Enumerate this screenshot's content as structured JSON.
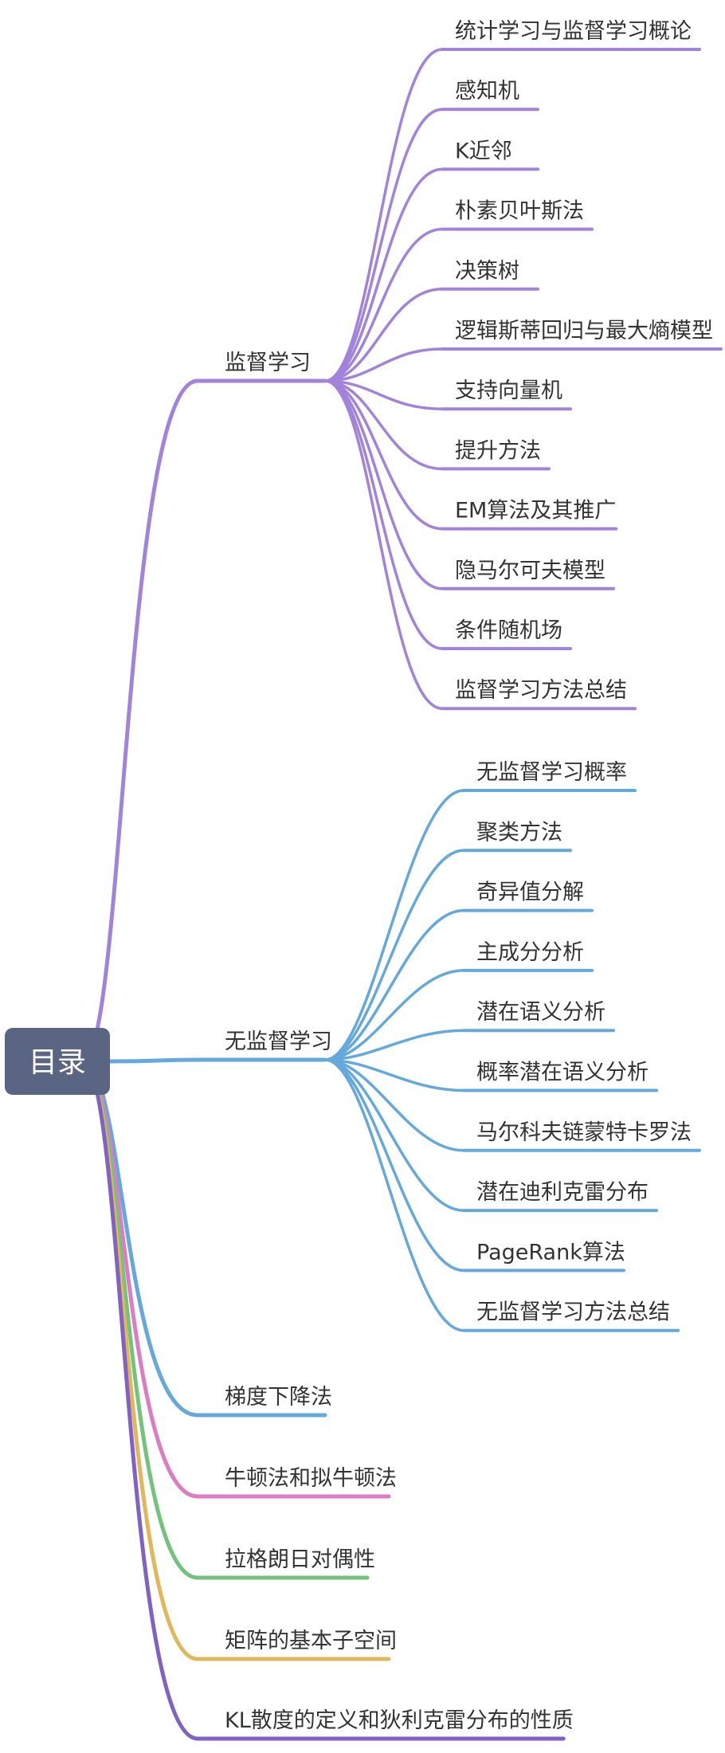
{
  "root": {
    "label": "目录",
    "color": "#5a6584"
  },
  "branches": [
    {
      "label": "监督学习",
      "color": "#a283dc",
      "children": [
        "统计学习与监督学习概论",
        "感知机",
        "K近邻",
        "朴素贝叶斯法",
        "决策树",
        "逻辑斯蒂回归与最大熵模型",
        "支持向量机",
        "提升方法",
        "EM算法及其推广",
        "隐马尔可夫模型",
        "条件随机场",
        "监督学习方法总结"
      ]
    },
    {
      "label": "无监督学习",
      "color": "#64a8dc",
      "children": [
        "无监督学习概率",
        "聚类方法",
        "奇异值分解",
        "主成分分析",
        "潜在语义分析",
        "概率潜在语义分析",
        "马尔科夫链蒙特卡罗法",
        "潜在迪利克雷分布",
        "PageRank算法",
        "无监督学习方法总结"
      ]
    },
    {
      "label": "梯度下降法",
      "color": "#64a8dc",
      "children": []
    },
    {
      "label": "牛顿法和拟牛顿法",
      "color": "#dc7cc3",
      "children": []
    },
    {
      "label": "拉格朗日对偶性",
      "color": "#74c37c",
      "children": []
    },
    {
      "label": "矩阵的基本子空间",
      "color": "#e0b75a",
      "children": []
    },
    {
      "label": "KL散度的定义和狄利克雷分布的性质",
      "color": "#7f62c3",
      "children": []
    }
  ]
}
